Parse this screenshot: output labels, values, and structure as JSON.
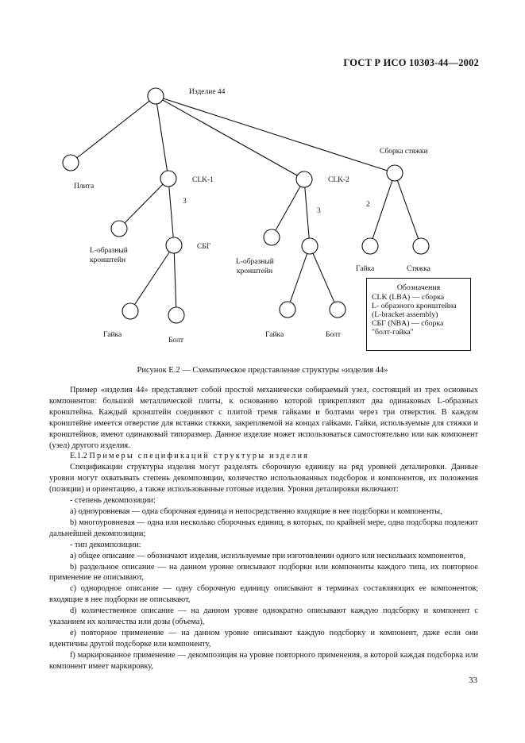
{
  "header": {
    "standard": "ГОСТ Р ИСО 10303-44—2002"
  },
  "diagram": {
    "labels": {
      "root": "Изделие 44",
      "plate": "Плита",
      "clk1": "CLK-1",
      "clk2": "CLK-2",
      "assembly": "Сборка стяжки",
      "qty1": "3",
      "qty2": "3",
      "qty3": "2",
      "bracket1_line1": "L-образный",
      "bracket1_line2": "кронштейн",
      "bracket2_line1": "L-образный",
      "bracket2_line2": "кронштейн",
      "sbg": "СБГ",
      "nut1": "Гайка",
      "bolt1": "Болт",
      "nut2": "Гайка",
      "bolt2": "Болт",
      "nut3": "Гайка",
      "tie": "Стяжка"
    },
    "legend": {
      "title": "Обозначения",
      "line1": "CLK  (LBA) — сборка",
      "line2": "L- образного  кронштейна",
      "line3": "(L-bracket assembly)",
      "line4": "СБГ   (NBA)  —  сборка",
      "line5": "\"болт-гайка\""
    }
  },
  "caption": "Рисунок Е.2 — Схематическое представление структуры «изделия 44»",
  "text": {
    "p1": "Пример «изделия 44» представляет собой простой механически собираемый узел, состоящий из трех основных компонентов: большой металлической плиты, к основанию которой прикрепляют два одинаковых L-образных кронштейна. Каждый кронштейн соединяют с плитой тремя гайками и болтами через три отверстия. В каждом кронштейне имеется отверстие для вставки стяжки, закрепляемой на концах гайками. Гайки, используемые для стяжки и кронштейнов, имеют одинаковый типоразмер. Данное изделие может использоваться самостоятельно или как компонент (узел) другого изделия.",
    "section_num": "Е.1.2",
    "section_title": "Примеры спецификаций структуры изделия",
    "p2": "Спецификации структуры изделия могут разделять сборочную единицу на ряд уровней деталировки. Данные уровни могут охватывать степень декомпозиции, количество использованных подсборок и компонентов, их положения (позиции) и ориентацию, а также использованные готовые изделия. Уровни деталировки включают:",
    "l1": "- степень декомпозиции:",
    "l2": "а) одноуровневая — одна сборочная единица и непосредственно входящие в нее подсборки и компоненты,",
    "l3": "b) многоуровневая — одна или несколько сборочных единиц, в которых, по крайней мере, одна подсборка подлежит дальнейшей декомпозиции;",
    "l4": "- тип декомпозиции:",
    "l5": "а) общее описание — обозначают изделия, используемые при изготовлении одного или нескольких компонентов,",
    "l6": "b) раздельное описание — на данном уровне описывают подборки или компоненты каждого типа, их повторное применение не описывают,",
    "l7": "с) однородное описание — одну сборочную единицу описывают в терминах составляющих ее компонентов; входящие в нее подборки не описывают,",
    "l8": "d) количественное описание — на данном уровне однократно описывают каждую подсборку и компонент с указанием их количества или дозы (объема),",
    "l9": "е) повторное применение — на данном уровне описывают каждую подсборку и компонент, даже если они идентичны другой подсборке или компоненту,",
    "l10": "f) маркированное применение — декомпозиция на уровне повторного применения, в которой каждая подсборка или компонент имеет маркировку,"
  },
  "page_number": "33"
}
